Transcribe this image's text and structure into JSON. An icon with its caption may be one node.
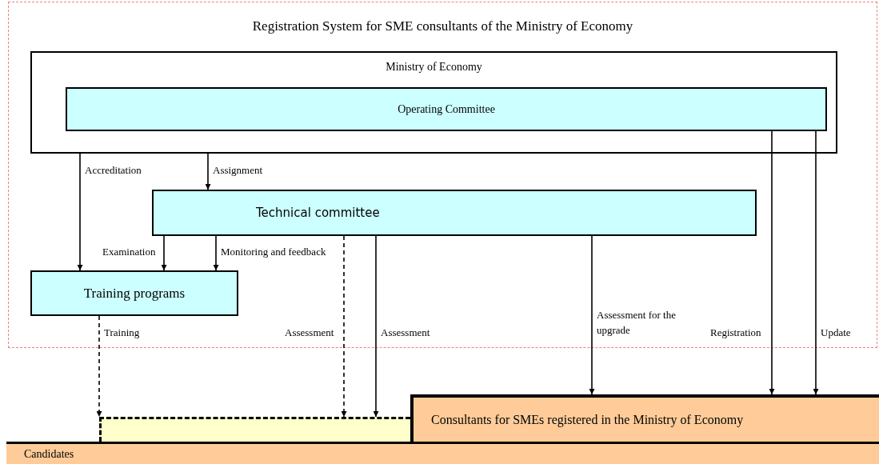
{
  "diagram": {
    "nodes": [
      {
        "text": [
          "Registration System for SME consultants of the Ministry of Economy"
        ]
      },
      {
        "text": [
          "Ministry of Economy"
        ],
        "in": 0
      },
      {
        "text": [
          "Operating Committee"
        ],
        "in": 1
      },
      {
        "text": [
          "Technical committee"
        ],
        "in": 0
      },
      {
        "text": [
          "Training programs"
        ],
        "in": 0
      },
      {
        "text": [
          "Candidates"
        ]
      },
      {
        "text": [],
        "shape": "box"
      },
      {
        "text": [
          "Consultants for SMEs registered in the Ministry of Economy"
        ]
      }
    ],
    "edges": [
      {
        "from": 1,
        "to": 3,
        "arrow": "to",
        "label": "Assignment"
      },
      {
        "from": 1,
        "to": 4,
        "arrow": "to",
        "label": "Accreditation"
      },
      {
        "from": 3,
        "to": 4,
        "arrow": "to",
        "label": "Examination"
      },
      {
        "from": 3,
        "to": 4,
        "arrow": "to",
        "label": "Monitoring and feedback"
      },
      {
        "from": 3,
        "to": 6,
        "arrow": "to",
        "label": "Assessment",
        "style": "dashed"
      },
      {
        "from": 3,
        "to": 6,
        "arrow": "to",
        "label": "Assessment"
      },
      {
        "from": 4,
        "to": 6,
        "arrow": "to",
        "label": "Training",
        "style": "dashed"
      },
      {
        "from": 2,
        "to": 7,
        "arrow": "to",
        "label": "Registration"
      },
      {
        "from": 3,
        "to": 7,
        "arrow": "to",
        "label": "Assessment for the upgrade"
      },
      {
        "from": 2,
        "to": 7,
        "arrow": "to",
        "label": "Update"
      }
    ]
  }
}
